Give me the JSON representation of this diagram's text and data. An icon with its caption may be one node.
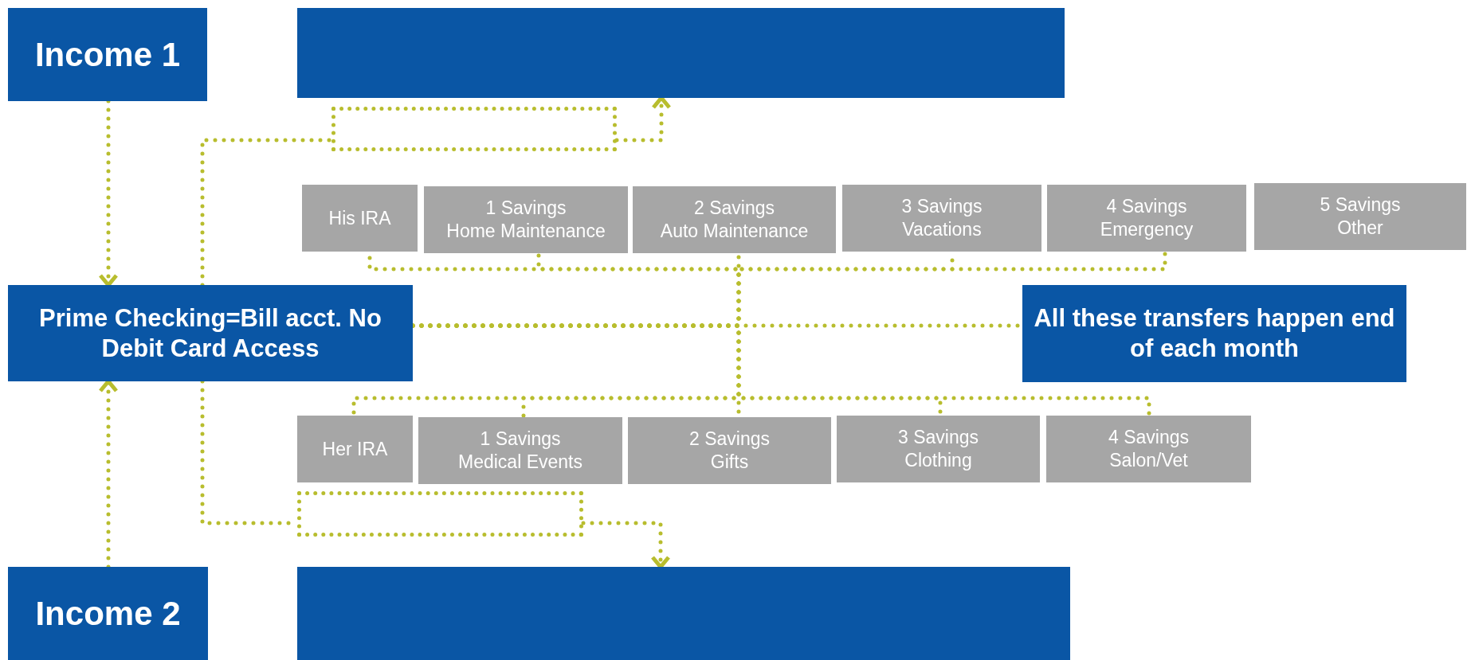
{
  "diagram": {
    "nodes": [
      {
        "text": [
          "Income 1"
        ]
      },
      {
        "text": [],
        "shape": "box"
      },
      {
        "text": [],
        "shape": "box"
      },
      {
        "text": [
          "His IRA"
        ]
      },
      {
        "text": [
          "1 Savings",
          "Home Maintenance"
        ]
      },
      {
        "text": [
          "2 Savings",
          "Auto Maintenance"
        ]
      },
      {
        "text": [
          "3 Savings",
          "Vacations"
        ]
      },
      {
        "text": [
          "4 Savings",
          "Emergency"
        ]
      },
      {
        "text": [
          "5 Savings",
          "Other"
        ]
      },
      {
        "text": [
          "Prime Checking=Bill acct. No Debit Card Access"
        ]
      },
      {
        "text": [
          "All these transfers happen end of each month"
        ]
      },
      {
        "text": [
          "Her IRA"
        ]
      },
      {
        "text": [
          "1 Savings",
          "Medical Events"
        ]
      },
      {
        "text": [
          "2 Savings",
          "Gifts"
        ]
      },
      {
        "text": [
          "3 Savings",
          "Clothing"
        ]
      },
      {
        "text": [
          "4 Savings",
          "Salon/Vet"
        ]
      },
      {
        "text": [],
        "shape": "box"
      },
      {
        "text": [
          "Income 2"
        ]
      },
      {
        "text": [],
        "shape": "box"
      }
    ],
    "edges": [
      {
        "from": 0,
        "to": 9,
        "arrow": "to"
      },
      {
        "from": 9,
        "to": 2,
        "arrow": "none"
      },
      {
        "from": 2,
        "to": 1,
        "arrow": "to"
      },
      {
        "from": 17,
        "to": 9,
        "arrow": "to"
      },
      {
        "from": 9,
        "to": 16,
        "arrow": "none"
      },
      {
        "from": 16,
        "to": 18,
        "arrow": "to"
      },
      {
        "from": 9,
        "to": 10,
        "arrow": "none"
      },
      {
        "from": 9,
        "to": 3,
        "arrow": "none"
      },
      {
        "from": 9,
        "to": 4,
        "arrow": "none"
      },
      {
        "from": 9,
        "to": 5,
        "arrow": "none"
      },
      {
        "from": 9,
        "to": 6,
        "arrow": "none"
      },
      {
        "from": 9,
        "to": 7,
        "arrow": "none"
      },
      {
        "from": 9,
        "to": 11,
        "arrow": "none"
      },
      {
        "from": 9,
        "to": 12,
        "arrow": "none"
      },
      {
        "from": 9,
        "to": 13,
        "arrow": "none"
      },
      {
        "from": 9,
        "to": 14,
        "arrow": "none"
      },
      {
        "from": 9,
        "to": 15,
        "arrow": "none"
      }
    ]
  }
}
